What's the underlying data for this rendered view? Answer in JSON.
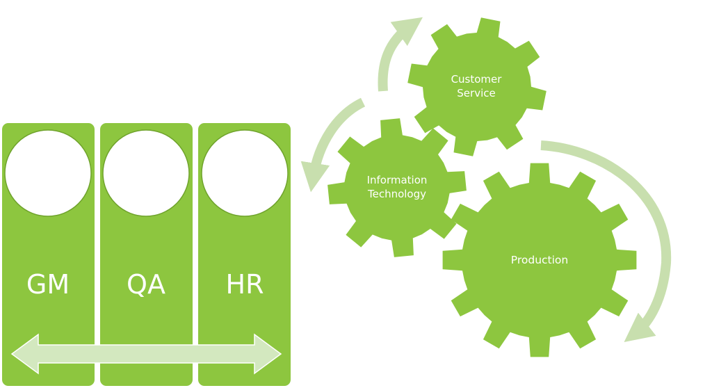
{
  "colors": {
    "green": "#8dc63f",
    "pale_green": "#c8dfae",
    "circle_fill": "#ffffff"
  },
  "columns": [
    {
      "label": "GM"
    },
    {
      "label": "QA"
    },
    {
      "label": "HR"
    }
  ],
  "gears": {
    "customer_service": {
      "line1": "Customer",
      "line2": "Service"
    },
    "information_technology": {
      "line1": "Information",
      "line2": "Technology"
    },
    "production": {
      "line1": "Production"
    }
  }
}
